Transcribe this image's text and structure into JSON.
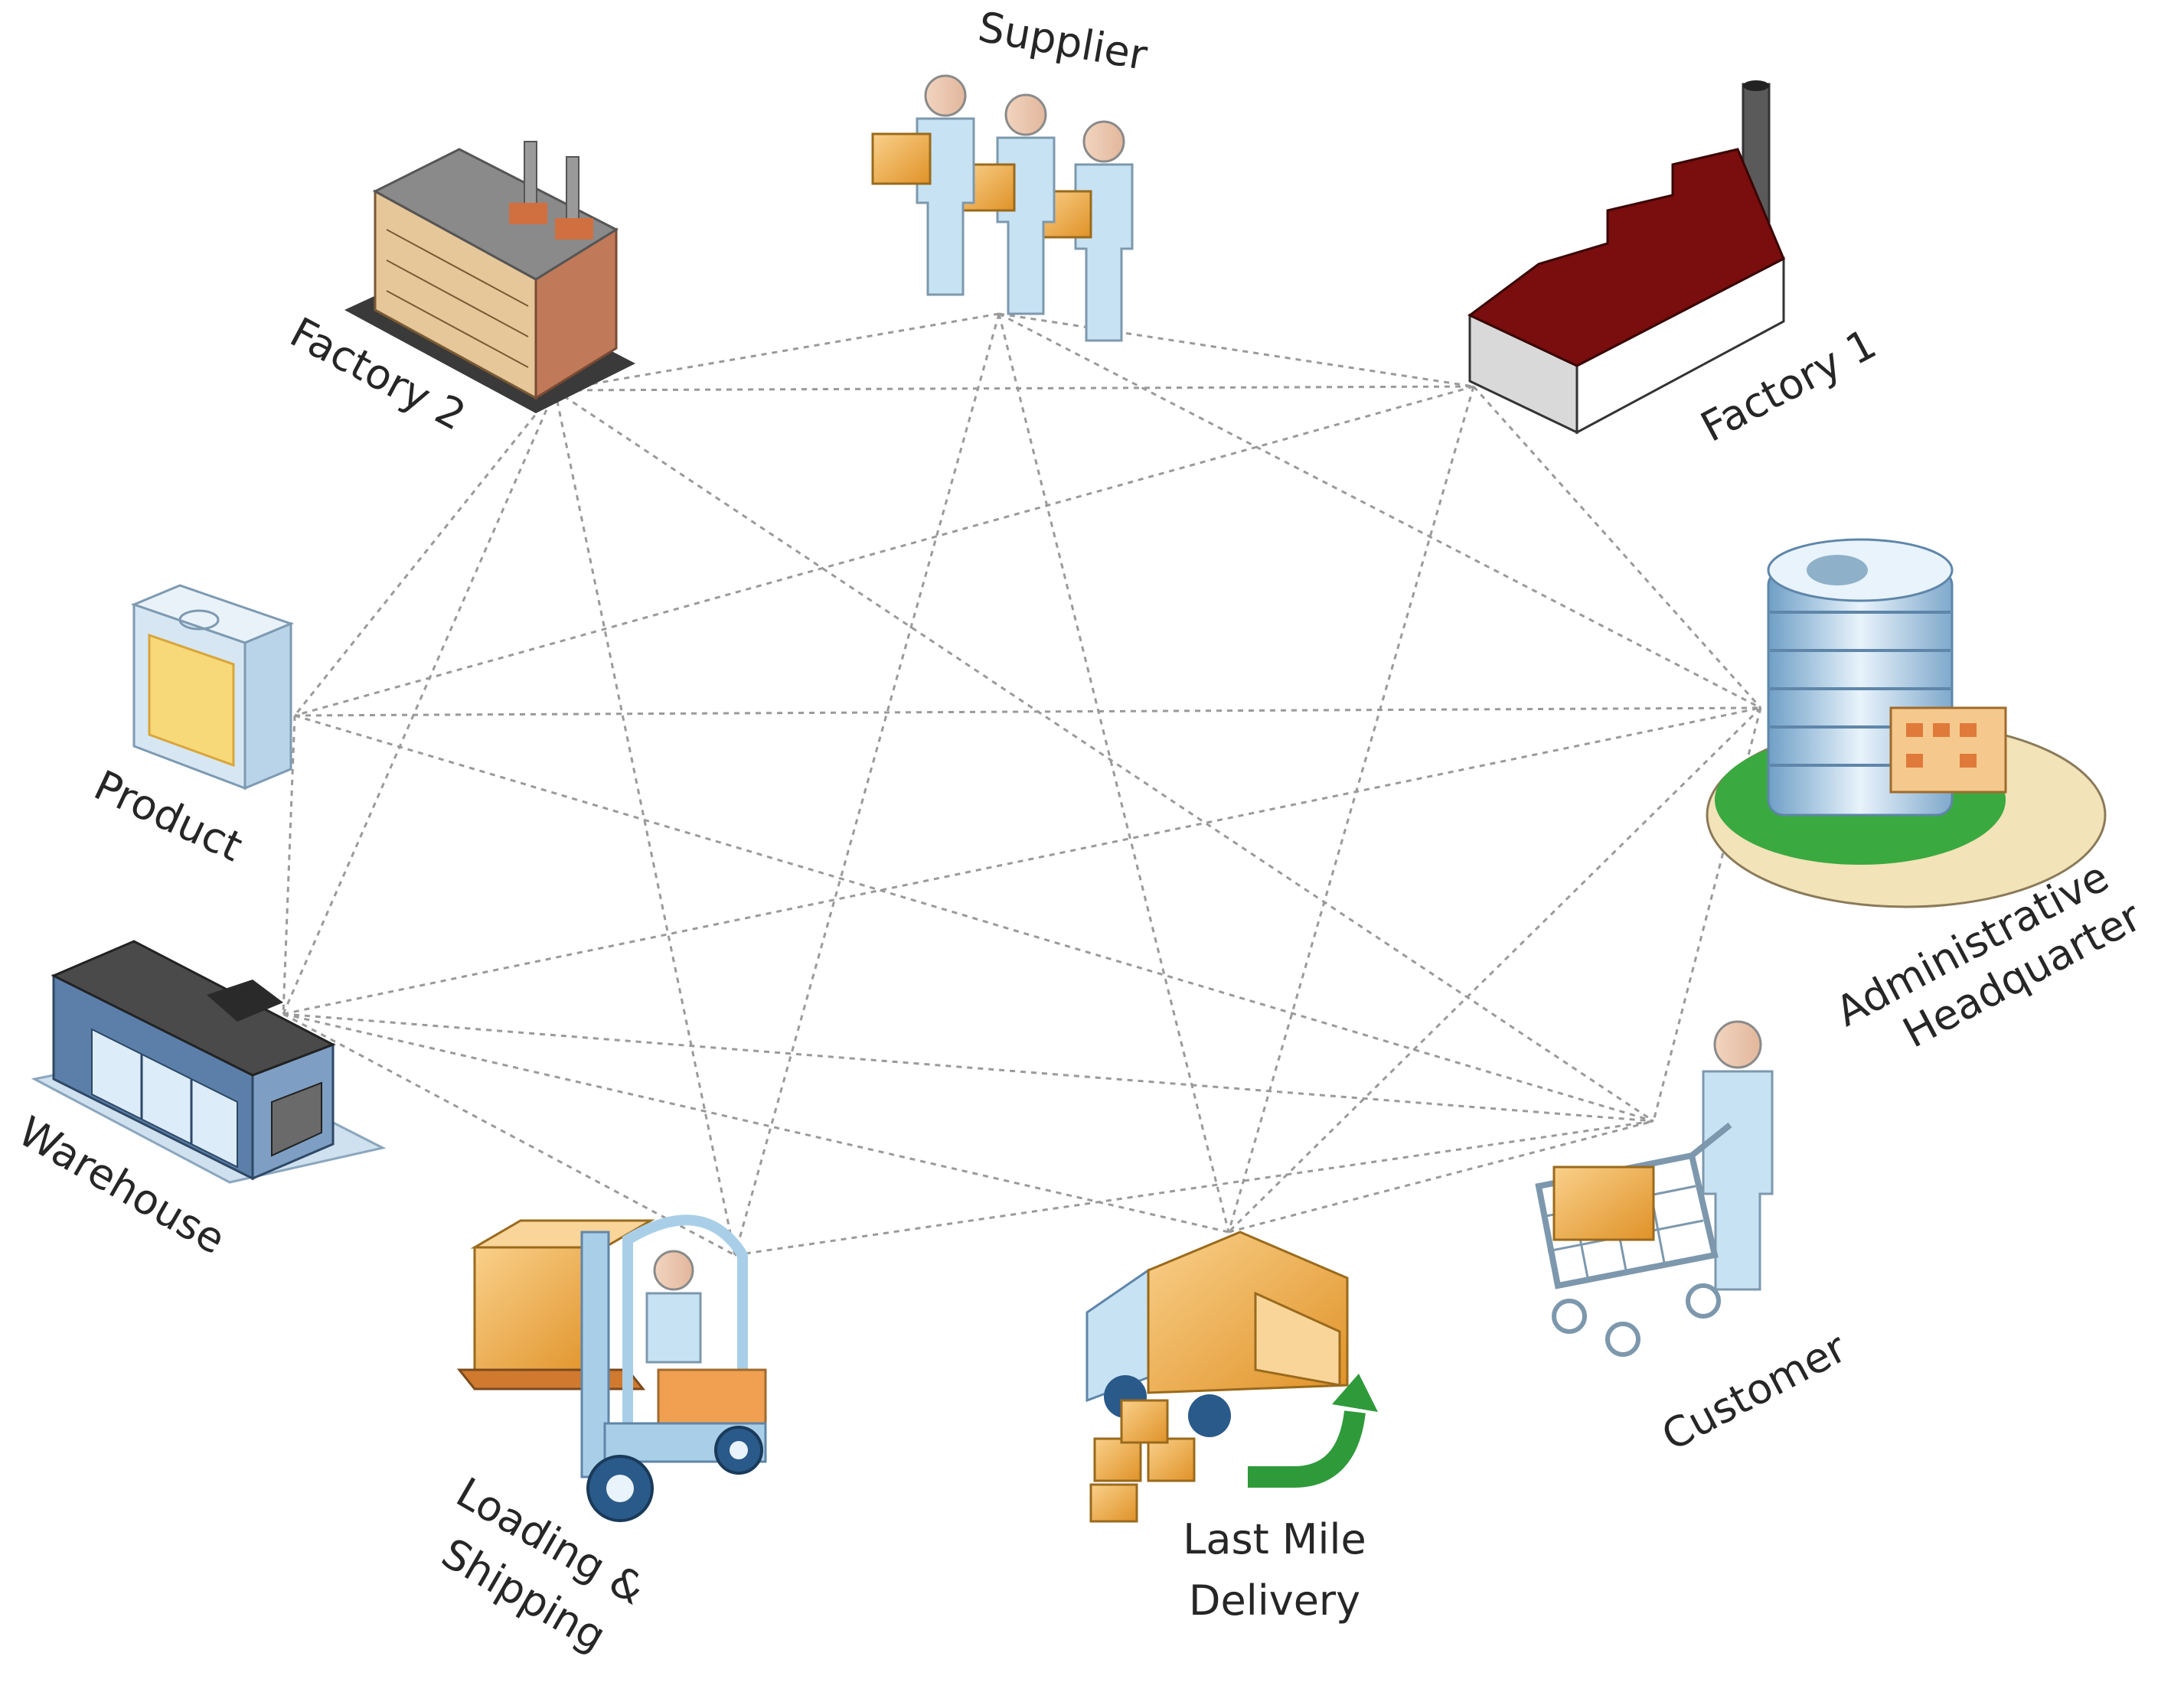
{
  "nodes": {
    "supplier": {
      "label": "Supplier"
    },
    "factory1": {
      "label": "Factory 1"
    },
    "factory2": {
      "label": "Factory 2"
    },
    "product": {
      "label": "Product"
    },
    "headquarter": {
      "line1": "Administrative",
      "line2": "Headquarter"
    },
    "warehouse": {
      "label": "Warehouse"
    },
    "customer": {
      "label": "Customer"
    },
    "loading": {
      "line1": "Loading &",
      "line2": "Shipping"
    },
    "lastmile": {
      "line1": "Last Mile",
      "line2": "Delivery"
    }
  },
  "edges": [
    [
      "supplier",
      "factory2"
    ],
    [
      "supplier",
      "factory1"
    ],
    [
      "supplier",
      "headquarter"
    ],
    [
      "supplier",
      "loading"
    ],
    [
      "supplier",
      "lastmile"
    ],
    [
      "factory2",
      "factory1"
    ],
    [
      "factory2",
      "product"
    ],
    [
      "factory2",
      "warehouse"
    ],
    [
      "factory2",
      "customer"
    ],
    [
      "factory2",
      "loading"
    ],
    [
      "factory1",
      "product"
    ],
    [
      "factory1",
      "headquarter"
    ],
    [
      "factory1",
      "lastmile"
    ],
    [
      "product",
      "headquarter"
    ],
    [
      "product",
      "warehouse"
    ],
    [
      "product",
      "customer"
    ],
    [
      "warehouse",
      "headquarter"
    ],
    [
      "warehouse",
      "customer"
    ],
    [
      "warehouse",
      "loading"
    ],
    [
      "warehouse",
      "lastmile"
    ],
    [
      "headquarter",
      "lastmile"
    ],
    [
      "headquarter",
      "customer"
    ],
    [
      "loading",
      "customer"
    ],
    [
      "lastmile",
      "customer"
    ]
  ],
  "colors": {
    "edge": "#9a9a9a",
    "factory1_roof": "#7a0d0d",
    "box": "#f0a845",
    "figure": "#c8e4f4",
    "building": "#a7c6de",
    "lawn": "#3aa93f",
    "arrow": "#2e9a3a"
  }
}
